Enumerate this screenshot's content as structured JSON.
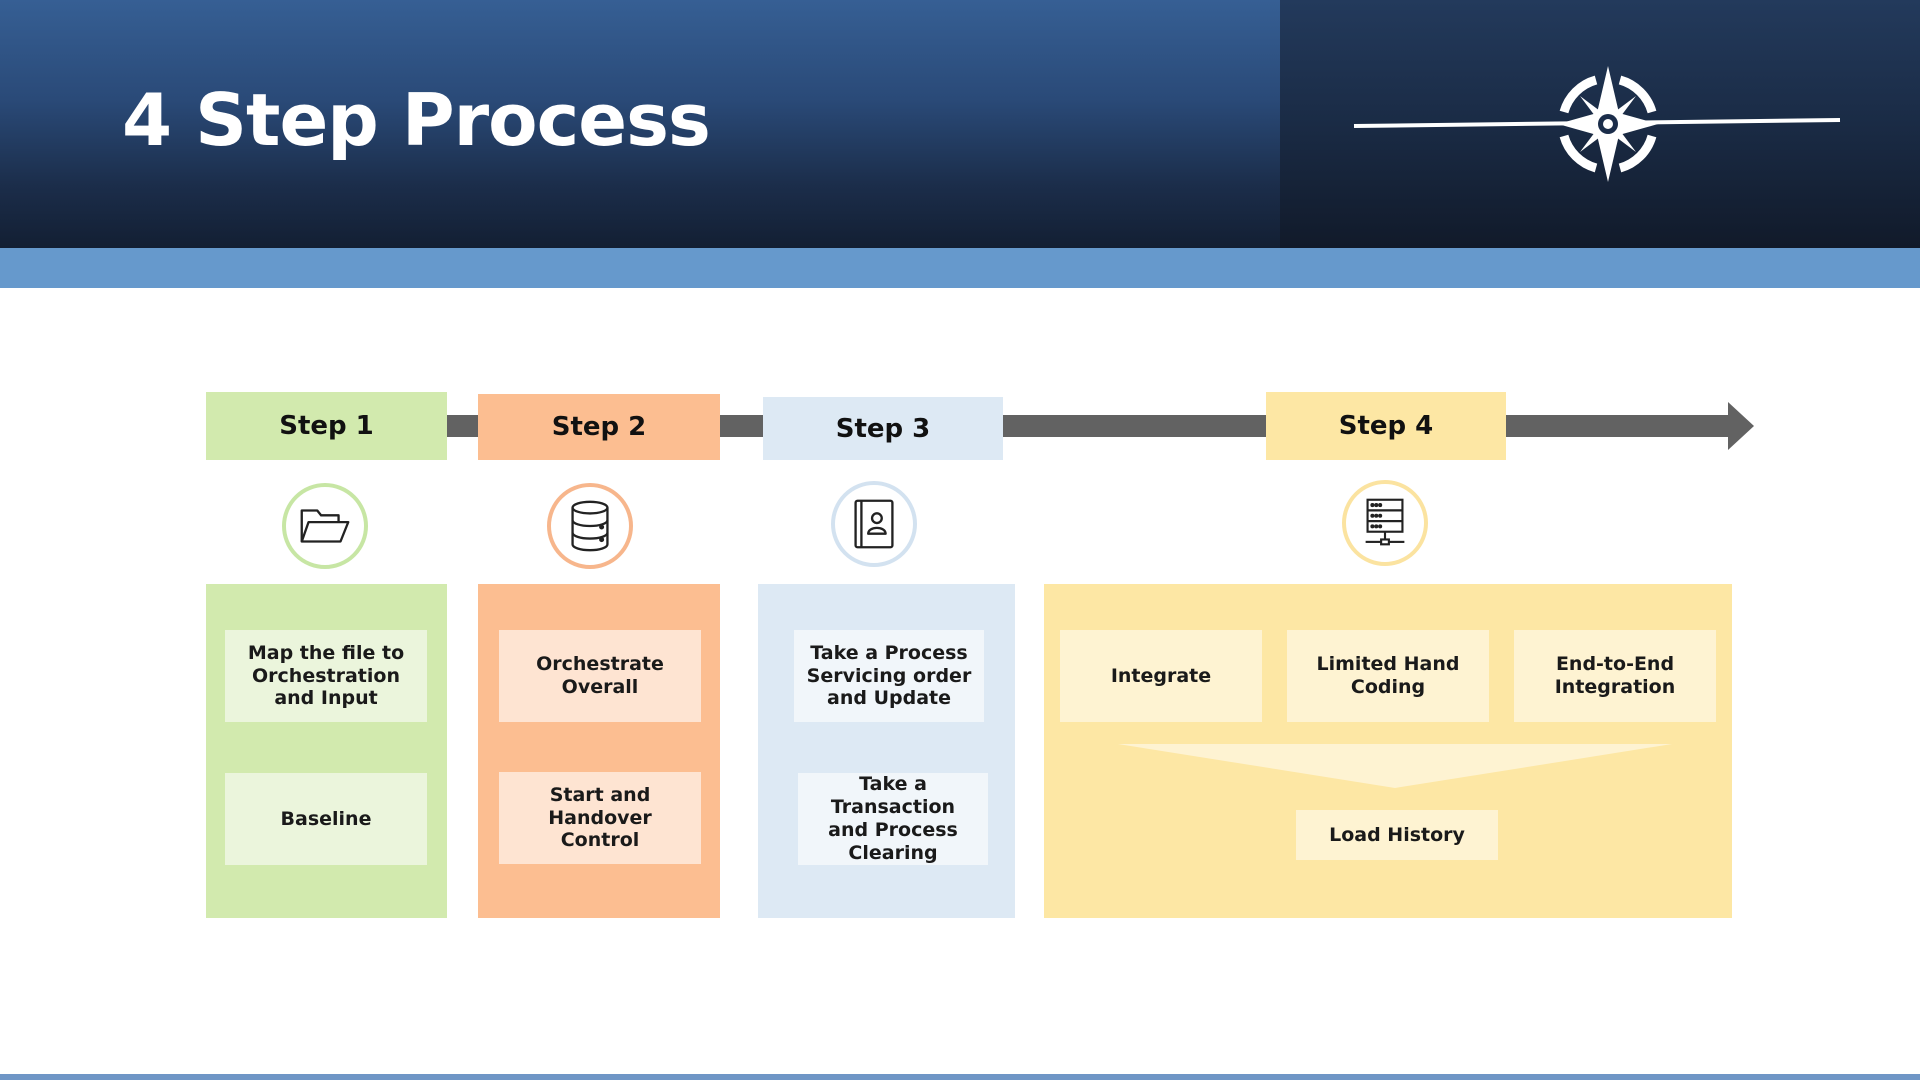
{
  "slide": {
    "title": "4 Step Process"
  },
  "colors": {
    "header_dark": "#1b2d4a",
    "band_blue": "#6699cc",
    "timeline_gray": "#626262",
    "step1_green": "#d2eaae",
    "step2_orange": "#fcbe91",
    "step3_blue": "#dde9f4",
    "step4_yellow": "#fde7a4"
  },
  "icons": {
    "logo": "compass-rose-icon",
    "step1": "folder-icon",
    "step2": "database-icon",
    "step3": "contact-book-icon",
    "step4": "server-icon"
  },
  "steps": [
    {
      "label": "Step 1",
      "items": [
        "Map the file to Orchestration and Input",
        "Baseline"
      ]
    },
    {
      "label": "Step 2",
      "items": [
        "Orchestrate Overall",
        "Start and Handover Control"
      ]
    },
    {
      "label": "Step 3",
      "items": [
        "Take a Process Servicing order and Update",
        "Take a Transaction and Process Clearing"
      ]
    },
    {
      "label": "Step 4",
      "items": [
        "Integrate",
        "Limited Hand Coding",
        "End-to-End Integration"
      ],
      "result": "Load History"
    }
  ]
}
